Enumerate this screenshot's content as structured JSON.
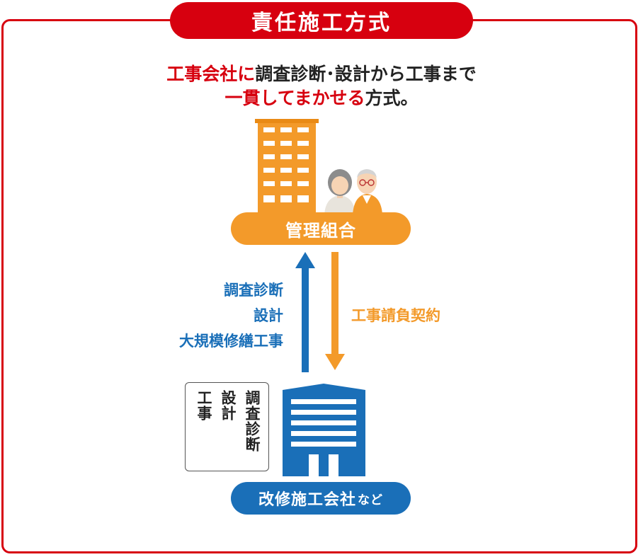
{
  "title": "責任施工方式",
  "description": {
    "line1_red": "工事会社に",
    "line1_rest": "調査診断･設計から工事まで",
    "line2_red": "一貫してまかせる",
    "line2_rest": "方式。"
  },
  "client": {
    "label": "管理組合"
  },
  "contractor": {
    "label": "改修施工会社",
    "suffix": "など"
  },
  "left_arrow_labels": [
    "調査診断",
    "設計",
    "大規模修繕工事"
  ],
  "right_arrow_label": "工事請負契約",
  "scope_box": [
    "調査診断",
    "設計",
    "工事"
  ],
  "colors": {
    "red": "#d7000f",
    "orange": "#f39a2a",
    "blue": "#1a6fb8"
  }
}
